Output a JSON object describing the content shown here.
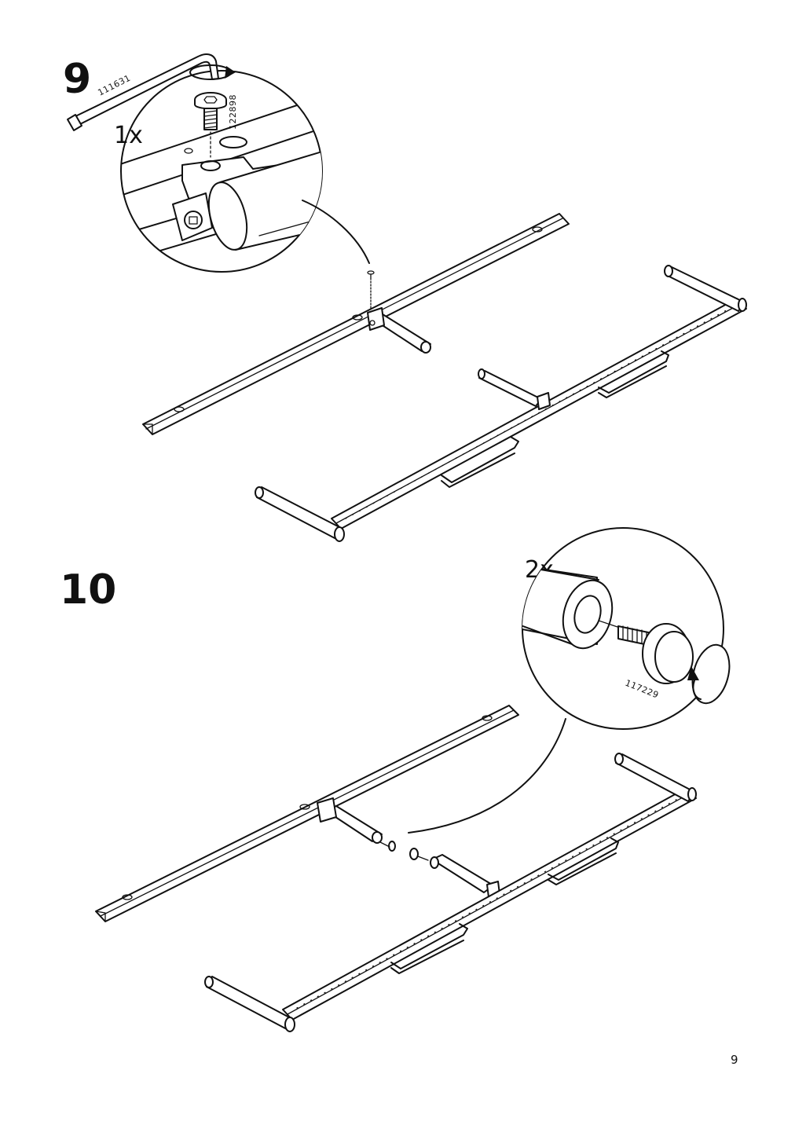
{
  "page": {
    "number": "9"
  },
  "steps": [
    {
      "number": "9",
      "quantity": "1x",
      "tool_part": "111631",
      "screw_part": "122898"
    },
    {
      "number": "10",
      "quantity": "2x",
      "foot_part": "117229"
    }
  ],
  "icons": {
    "step9_tool": "allen-key-icon",
    "step9_rotate": "rotate-arrow-icon",
    "step10_rotate": "rotate-arrow-icon"
  }
}
